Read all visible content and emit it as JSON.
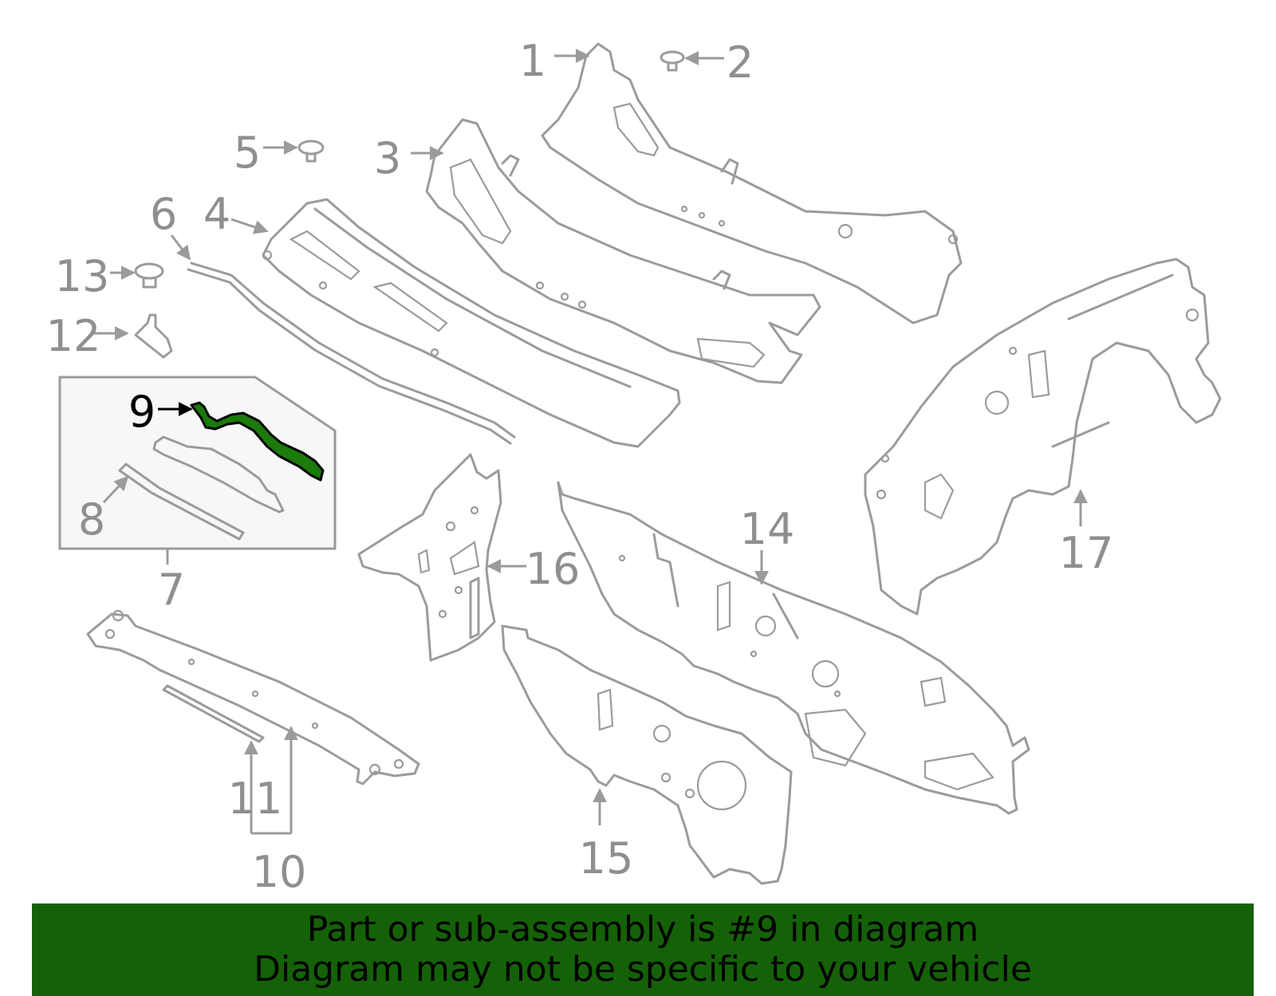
{
  "callouts": {
    "c1": "1",
    "c2": "2",
    "c3": "3",
    "c4": "4",
    "c5": "5",
    "c6": "6",
    "c7": "7",
    "c8": "8",
    "c9": "9",
    "c10": "10",
    "c11": "11",
    "c12": "12",
    "c13": "13",
    "c14": "14",
    "c15": "15",
    "c16": "16",
    "c17": "17"
  },
  "highlighted_part": "9",
  "colors": {
    "part_stroke": "#9b9b9b",
    "highlight_fill": "#1a7a0a",
    "banner_background": "#156108",
    "subassembly_box_fill": "#f7f7f7"
  },
  "banner": {
    "line1": "Part or sub-assembly is #9 in diagram",
    "line2": "Diagram may not be specific to your vehicle"
  }
}
